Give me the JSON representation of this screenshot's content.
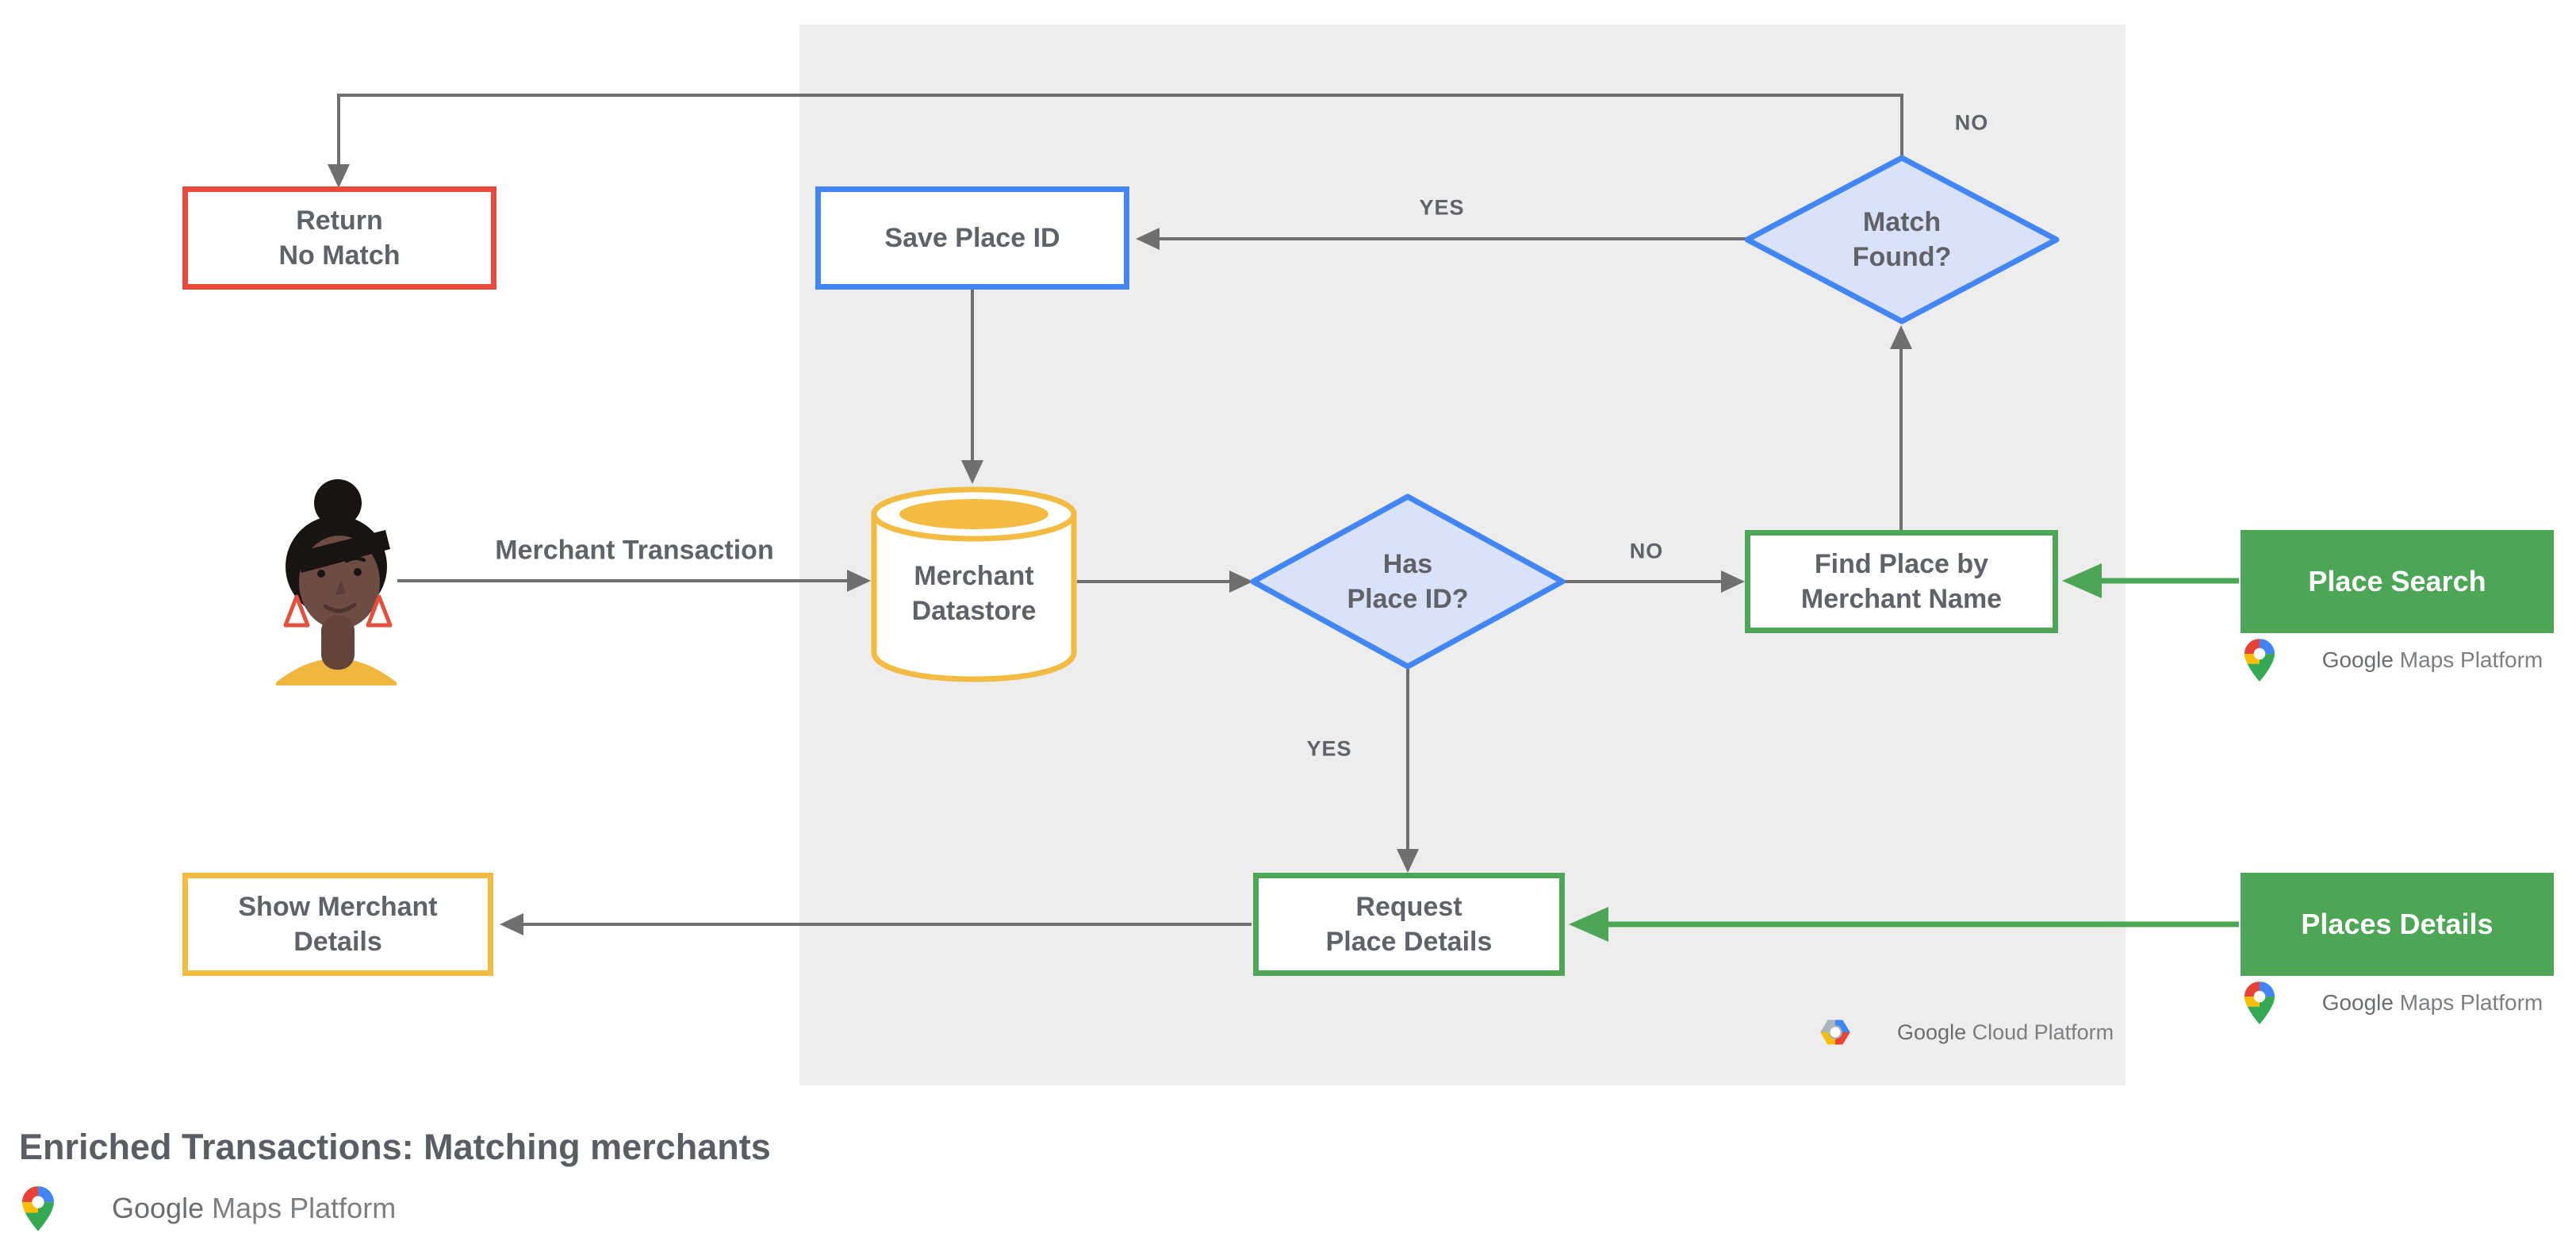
{
  "footer": {
    "title": "Enriched Transactions: Matching merchants"
  },
  "nodes": {
    "return_no_match": {
      "label": "Return\nNo Match"
    },
    "save_place_id": {
      "label": "Save Place ID"
    },
    "merchant_datastore": {
      "label": "Merchant\nDatastore"
    },
    "has_place_id": {
      "label": "Has\nPlace ID?"
    },
    "match_found": {
      "label": "Match\nFound?"
    },
    "find_place": {
      "label": "Find Place by\nMerchant Name"
    },
    "place_search": {
      "label": "Place Search"
    },
    "request_place_details": {
      "label": "Request\nPlace Details"
    },
    "places_details": {
      "label": "Places Details"
    },
    "show_merchant_details": {
      "label": "Show Merchant\nDetails"
    }
  },
  "edge_labels": {
    "merchant_transaction": "Merchant Transaction",
    "yes_top": "YES",
    "no_top": "NO",
    "no_right": "NO",
    "yes_bottom": "YES"
  },
  "logos": {
    "maps_platform": {
      "google": "Google",
      "rest": " Maps Platform"
    },
    "cloud_platform": {
      "google": "Google",
      "rest": " Cloud Platform"
    }
  },
  "icons": {
    "maps_pin": "google-maps-pin-icon",
    "cloud_hexagon": "google-cloud-hexagon-icon",
    "user_avatar": "user-avatar-icon",
    "datastore": "database-cylinder-icon"
  },
  "colors": {
    "red": "#E8493C",
    "blue": "#4285F4",
    "blue_fill": "#D9E2F9",
    "green": "#4CA655",
    "yellow": "#F3BB41",
    "line": "#6F6F6F",
    "text": "#5F6368",
    "panel": "#EDEDED",
    "title": "#5A5E63",
    "logo_dark": "#6B6E71",
    "logo_light": "#7C7F82",
    "g_red": "#EA4335",
    "g_blue": "#4285F4",
    "g_yellow": "#FBBC04",
    "g_green": "#34A853",
    "hex_gray": "#A9B4BE",
    "skin": "#6D4C43",
    "skin_dark": "#63443B",
    "hair": "#171412",
    "shirt": "#F0B73E",
    "earring": "#E2503E"
  }
}
